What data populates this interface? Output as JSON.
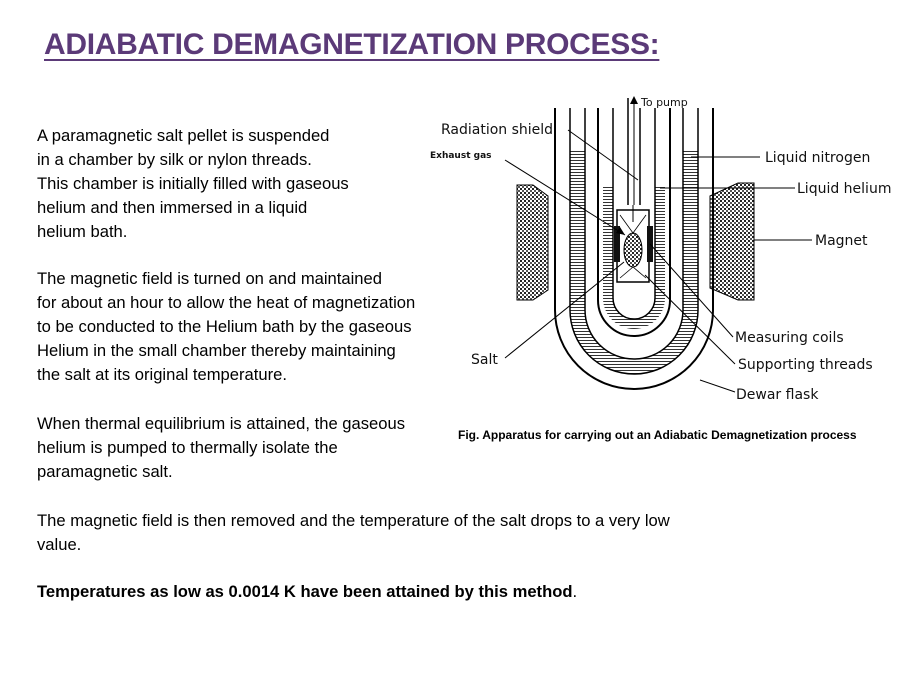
{
  "title": "ADIABATIC DEMAGNETIZATION PROCESS:",
  "paragraphs": {
    "p1": [
      "A paramagnetic salt pellet is suspended",
      "in a chamber by silk or nylon threads.",
      "This chamber is initially filled with gaseous",
      "helium and then immersed in a liquid",
      "helium bath."
    ],
    "p2": [
      "The magnetic field is turned on and maintained",
      "for about an hour to allow the heat of magnetization",
      "to be conducted to the Helium bath by the gaseous",
      "Helium in the small chamber thereby maintaining",
      "the salt at its original temperature."
    ],
    "p3": [
      "When thermal equilibrium is attained, the gaseous",
      "helium is pumped to thermally isolate the",
      "paramagnetic salt."
    ],
    "p4": [
      "The magnetic field is then removed and the temperature of the salt drops to a very low",
      "value."
    ],
    "p5_bold": "Temperatures as low as 0.0014 K have been attained by this method",
    "p5_tail": "."
  },
  "figure": {
    "caption": "Fig.  Apparatus for carrying out an Adiabatic Demagnetization process",
    "labels": {
      "to_pump": "To pump",
      "radiation_shield": "Radiation shield",
      "exhaust_gas": "Exhaust gas",
      "liquid_nitrogen": "Liquid nitrogen",
      "liquid_helium": "Liquid helium",
      "magnet": "Magnet",
      "measuring_coils": "Measuring coils",
      "supporting_threads": "Supporting threads",
      "salt": "Salt",
      "dewar_flask": "Dewar flask"
    }
  },
  "colors": {
    "title": "#5b3a78"
  }
}
